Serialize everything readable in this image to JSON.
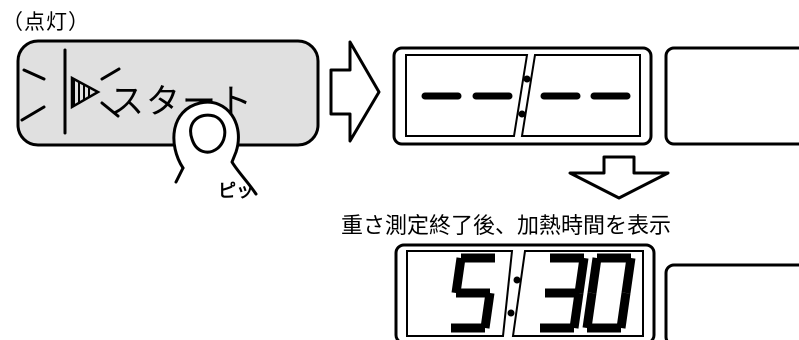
{
  "status_label": "（点灯）",
  "start_button": {
    "label": "スタート"
  },
  "beep_text": "ピッ",
  "initial_display": {
    "text": "--:--"
  },
  "caption": "重さ測定終了後、加熱時間を表示",
  "time_display": {
    "minutes": "5",
    "seconds": "30",
    "text": "5:30"
  },
  "colors": {
    "button_fill": "#e0e0e0",
    "stroke": "#000000",
    "background": "#ffffff"
  }
}
